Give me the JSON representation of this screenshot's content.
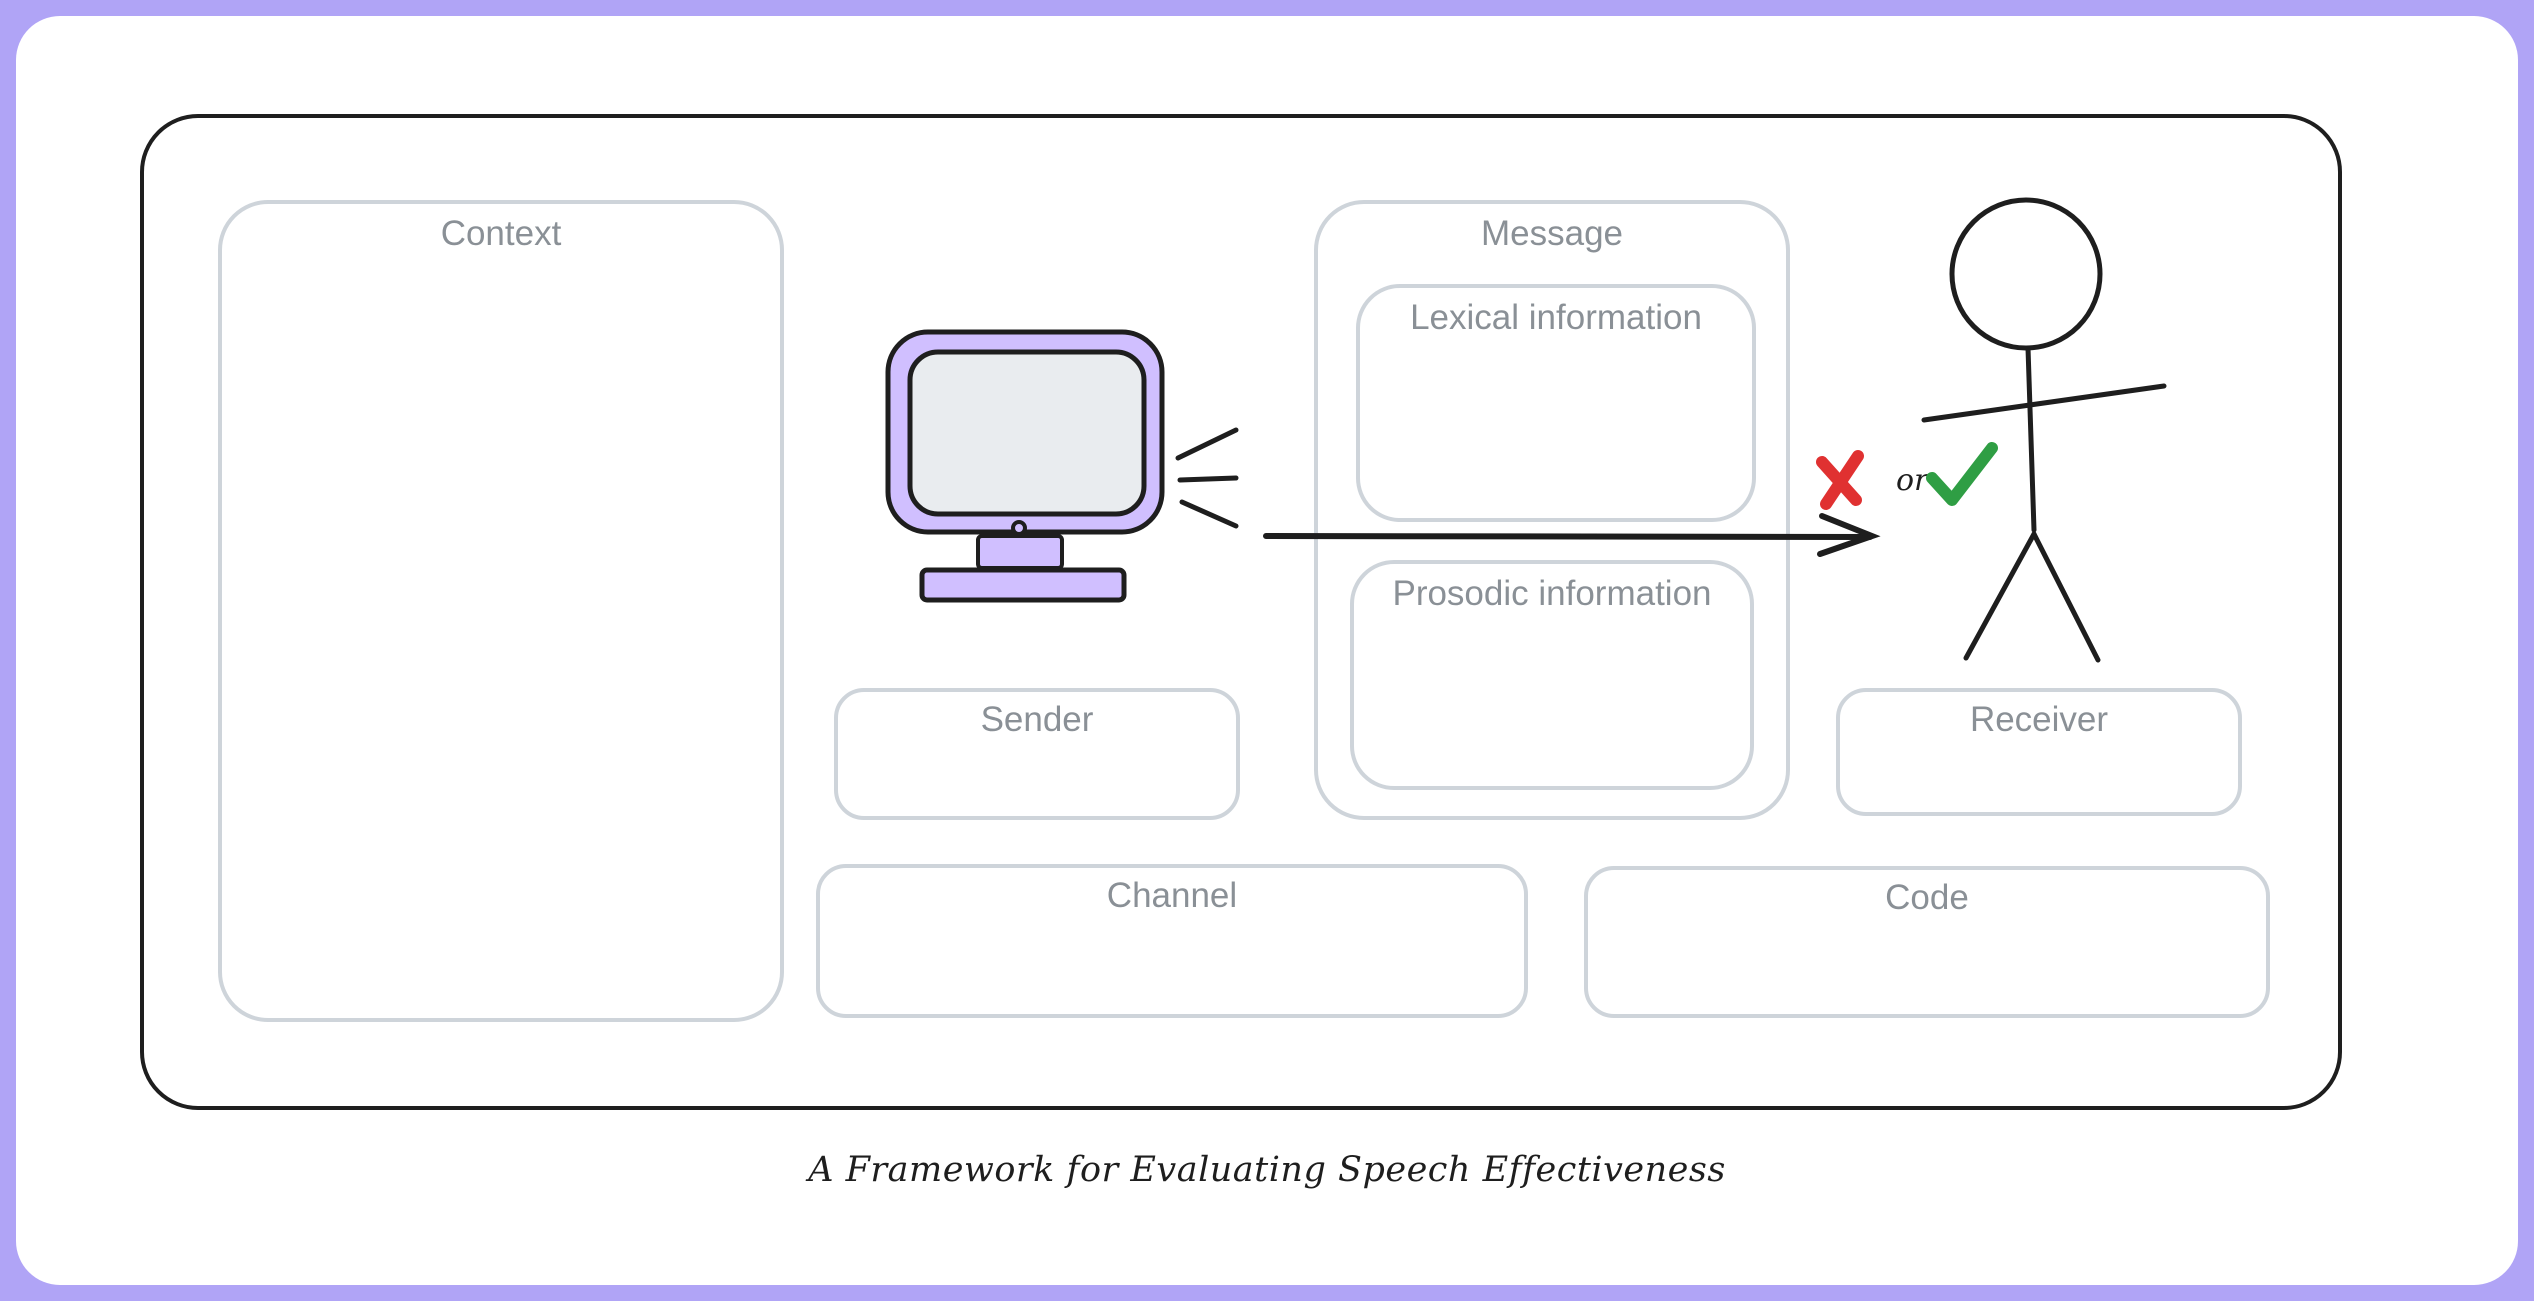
{
  "diagram": {
    "caption": "A Framework for Evaluating Speech Effectiveness",
    "boxes": {
      "context": "Context",
      "message": "Message",
      "lexical": "Lexical information",
      "prosodic": "Prosodic information",
      "sender": "Sender",
      "receiver": "Receiver",
      "channel": "Channel",
      "code": "Code"
    },
    "judgement": {
      "connector": "or"
    },
    "colors": {
      "frame_border": "#b0a4f6",
      "box_stroke": "#ced4da",
      "monitor_fill": "#d0bfff",
      "screen_fill": "#e9ecef",
      "cross": "#e03131",
      "check": "#2f9e44",
      "ink": "#1e1e1e"
    },
    "icons": [
      "computer-monitor-icon",
      "sound-waves-icon",
      "arrow-right-icon",
      "cross-icon",
      "check-icon",
      "stick-figure-icon"
    ]
  }
}
